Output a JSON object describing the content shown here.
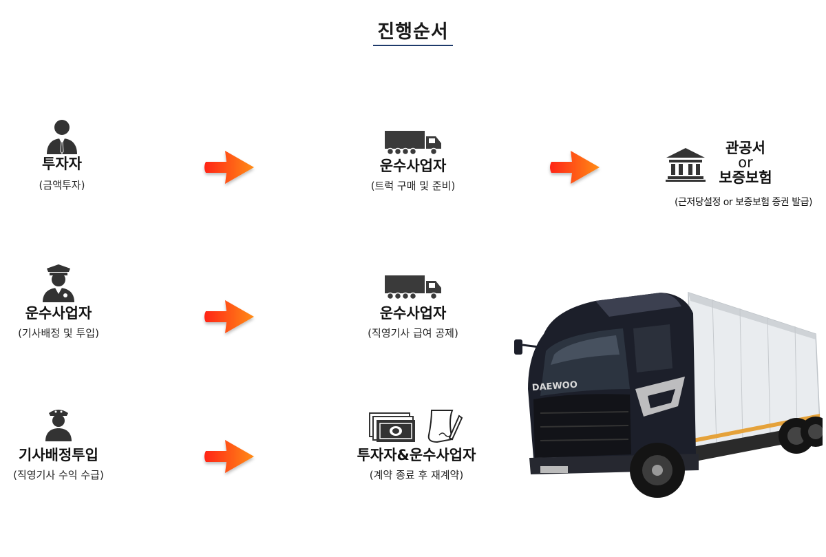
{
  "title": "진행순서",
  "rows": [
    {
      "left": {
        "icon": "businessman-icon",
        "name": "투자자",
        "sub": "(금액투자)"
      },
      "middle": {
        "icon": "truck-icon",
        "name": "운수사업자",
        "sub": "(트럭 구매 및 준비)"
      },
      "right": {
        "icon": "government-building-icon",
        "name_lines": [
          "관공서",
          "or",
          "보증보험"
        ],
        "sub": "(근저당설정 or 보증보험 증권 발급)"
      }
    },
    {
      "left": {
        "icon": "officer-icon",
        "name": "운수사업자",
        "sub": "(기사배정 및 투입)"
      },
      "middle": {
        "icon": "truck-icon",
        "name": "운수사업자",
        "sub": "(직영기사 급여 공제)"
      }
    },
    {
      "left": {
        "icon": "driver-icon",
        "name": "기사배정투입",
        "sub": "(직영기사 수익 수급)"
      },
      "middle": {
        "icon": "money-and-contract-icon",
        "name": "투자자&운수사업자",
        "sub": "(계약 종료 후 재계약)"
      }
    }
  ],
  "truck_photo": {
    "icon": "truck-photo",
    "grille_text": "DAEWOO"
  },
  "colors": {
    "arrow_start": "#ff2a1a",
    "arrow_end": "#ff8a10",
    "underline": "#1e3a6b",
    "icon": "#333333"
  }
}
